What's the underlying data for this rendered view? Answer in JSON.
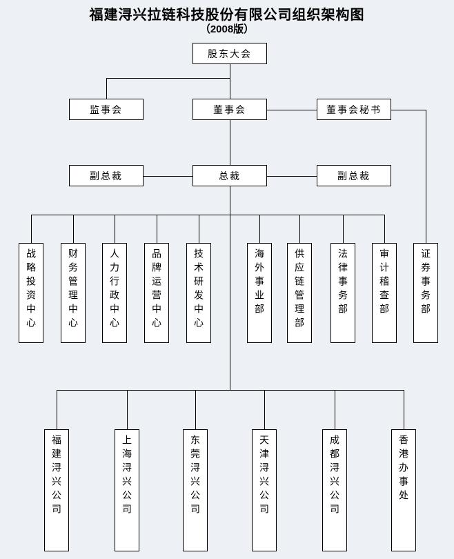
{
  "page": {
    "background_color": "#edf0f5",
    "box_fill_color": "#ffffff",
    "line_color": "#000000"
  },
  "header": {
    "title": "福建浔兴拉链科技股份有限公司组织架构图",
    "subtitle": "（2008版）"
  },
  "nodes": {
    "shareholders_meeting": "股东大会",
    "supervisory_board": "监事会",
    "board_of_directors": "董事会",
    "board_secretary": "董事会秘书",
    "vp_left": "副总裁",
    "president": "总裁",
    "vp_right": "副总裁",
    "departments": [
      "战略投资中心",
      "财务管理中心",
      "人力行政中心",
      "品牌运营中心",
      "技术研发中心",
      "海外事业部",
      "供应链管理部",
      "法律事务部",
      "审计稽查部",
      "证券事务部"
    ],
    "subsidiaries": [
      "福建浔兴公司",
      "上海浔兴公司",
      "东莞浔兴公司",
      "天津浔兴公司",
      "成都浔兴公司",
      "香港办事处"
    ]
  }
}
